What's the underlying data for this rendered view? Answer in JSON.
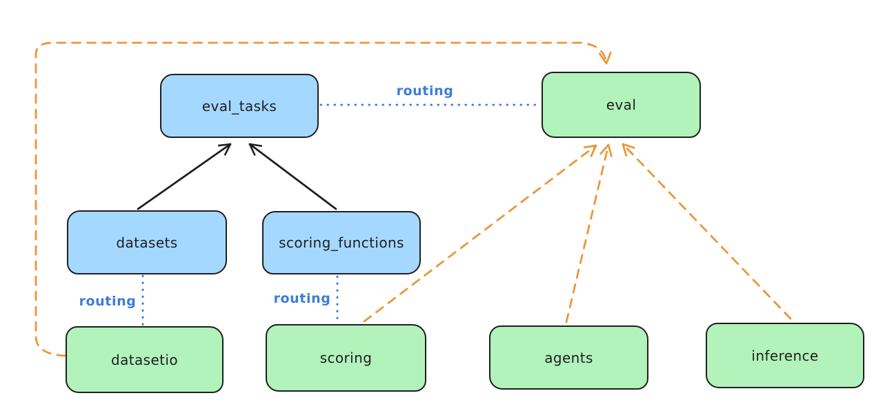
{
  "diagram": {
    "nodes": {
      "eval_tasks": {
        "label": "eval_tasks",
        "kind": "api",
        "fill": "#a5d8ff"
      },
      "eval": {
        "label": "eval",
        "kind": "provider",
        "fill": "#b2f2bb"
      },
      "datasets": {
        "label": "datasets",
        "kind": "api",
        "fill": "#a5d8ff"
      },
      "scoring_functions": {
        "label": "scoring_functions",
        "kind": "api",
        "fill": "#a5d8ff"
      },
      "datasetio": {
        "label": "datasetio",
        "kind": "provider",
        "fill": "#b2f2bb"
      },
      "scoring": {
        "label": "scoring",
        "kind": "provider",
        "fill": "#b2f2bb"
      },
      "agents": {
        "label": "agents",
        "kind": "provider",
        "fill": "#b2f2bb"
      },
      "inference": {
        "label": "inference",
        "kind": "provider",
        "fill": "#b2f2bb"
      }
    },
    "edges": [
      {
        "from": "datasets",
        "to": "eval_tasks",
        "style": "solid-arrow",
        "color": "#1e1e1e"
      },
      {
        "from": "scoring_functions",
        "to": "eval_tasks",
        "style": "solid-arrow",
        "color": "#1e1e1e"
      },
      {
        "from": "eval_tasks",
        "to": "eval",
        "style": "dotted",
        "color": "#3c7cd8",
        "label": "routing"
      },
      {
        "from": "datasets",
        "to": "datasetio",
        "style": "dotted",
        "color": "#3c7cd8",
        "label": "routing"
      },
      {
        "from": "scoring_functions",
        "to": "scoring",
        "style": "dotted",
        "color": "#3c7cd8",
        "label": "routing"
      },
      {
        "from": "datasetio",
        "to": "eval",
        "style": "dashed-arrow",
        "color": "#e8973a"
      },
      {
        "from": "scoring",
        "to": "eval",
        "style": "dashed-arrow",
        "color": "#e8973a"
      },
      {
        "from": "agents",
        "to": "eval",
        "style": "dashed-arrow",
        "color": "#e8973a"
      },
      {
        "from": "inference",
        "to": "eval",
        "style": "dashed-arrow",
        "color": "#e8973a"
      }
    ],
    "colors": {
      "api_fill": "#a5d8ff",
      "provider_fill": "#b2f2bb",
      "stroke": "#1e1e1e",
      "routing_blue": "#3c7cd8",
      "dependency_orange": "#e8973a",
      "background": "#ffffff"
    }
  }
}
